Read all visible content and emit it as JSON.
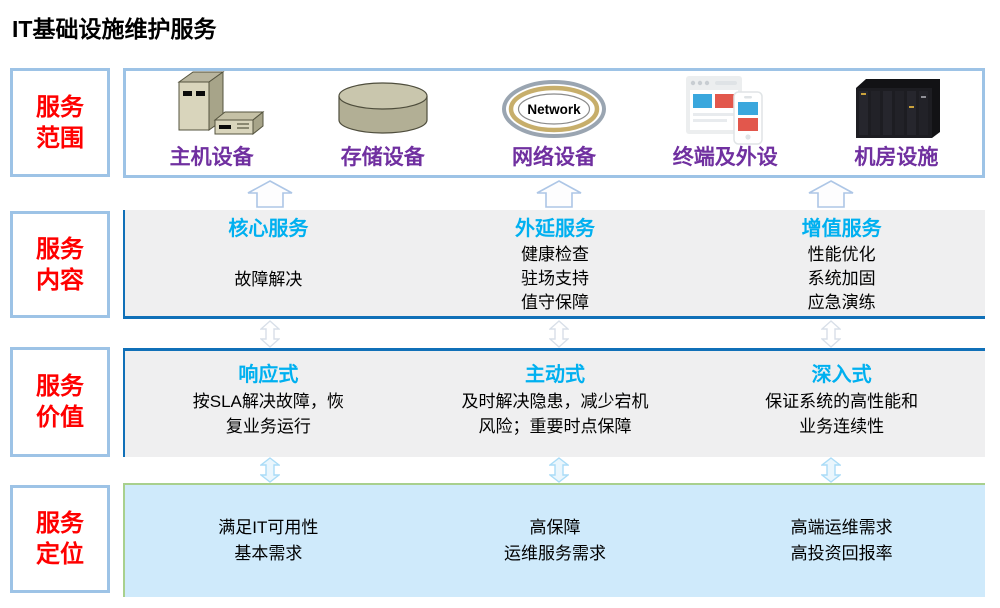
{
  "title": "IT基础设施维护服务",
  "colors": {
    "label_red": "#ff0000",
    "label_border_blue": "#9dc3e6",
    "device_purple": "#7030a0",
    "header_cyan": "#00b0f0",
    "accent_blue": "#1070b8",
    "band_gray": "#efeff0",
    "position_blue": "#cfeafb",
    "position_green_border": "#a8d08d"
  },
  "rows": {
    "scope": {
      "label": "服务范围",
      "items": [
        {
          "name": "主机设备",
          "icon": "host-equipment-icon"
        },
        {
          "name": "存储设备",
          "icon": "storage-device-icon"
        },
        {
          "name": "网络设备",
          "icon": "network-device-icon",
          "icon_text": "Network"
        },
        {
          "name": "终端及外设",
          "icon": "terminal-peripheral-icon"
        },
        {
          "name": "机房设施",
          "icon": "server-room-icon"
        }
      ]
    },
    "content": {
      "label": "服务内容",
      "columns": [
        {
          "header": "核心服务",
          "lines": [
            "故障解决"
          ]
        },
        {
          "header": "外延服务",
          "lines": [
            "健康检查",
            "驻场支持",
            "值守保障"
          ]
        },
        {
          "header": "增值服务",
          "lines": [
            "性能优化",
            "系统加固",
            "应急演练"
          ]
        }
      ]
    },
    "value": {
      "label": "服务价值",
      "columns": [
        {
          "header": "响应式",
          "lines": [
            "按SLA解决故障，恢",
            "复业务运行"
          ]
        },
        {
          "header": "主动式",
          "lines": [
            "及时解决隐患，减少宕机",
            "风险；重要时点保障"
          ]
        },
        {
          "header": "深入式",
          "lines": [
            "保证系统的高性能和",
            "业务连续性"
          ]
        }
      ]
    },
    "position": {
      "label": "服务定位",
      "columns": [
        {
          "lines": [
            "满足IT可用性",
            "基本需求"
          ]
        },
        {
          "lines": [
            "高保障",
            "运维服务需求"
          ]
        },
        {
          "lines": [
            "高端运维需求",
            "高投资回报率"
          ]
        }
      ]
    }
  }
}
